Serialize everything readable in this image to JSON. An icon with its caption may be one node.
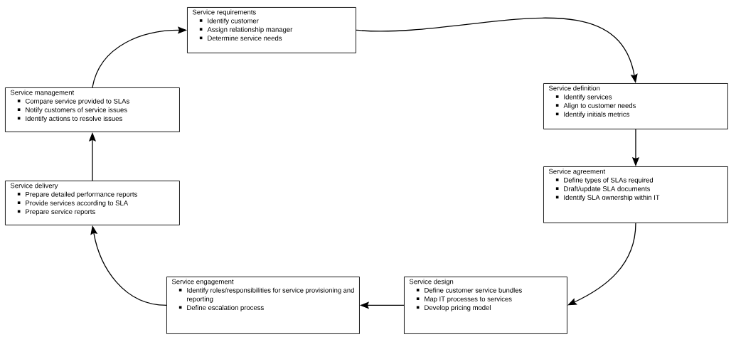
{
  "diagram": {
    "nodes": [
      {
        "text": [
          "Service requirements",
          "Identify customer",
          "Assign relationship manager",
          "Determine service needs"
        ]
      },
      {
        "text": [
          "Service definition",
          "Identify services",
          "Align to customer needs",
          "Identify initials metrics"
        ]
      },
      {
        "text": [
          "Service agreement",
          "Define types of SLAs required",
          "Draft/update SLA documents",
          "Identify SLA ownership within IT"
        ]
      },
      {
        "text": [
          "Service design",
          "Define customer service bundles",
          "Map IT processes to services",
          "Develop pricing model"
        ]
      },
      {
        "text": [
          "Service engagement",
          "Identify roles/responsibilities for service provisioning and reporting",
          "Define escalation process"
        ]
      },
      {
        "text": [
          "Service delivery",
          "Prepare detailed performance reports",
          "Provide services according to SLA",
          "Prepare service reports"
        ]
      },
      {
        "text": [
          "Service management",
          "Compare service provided to SLAs",
          "Notify customers of service issues",
          "Identify actions to resolve issues"
        ]
      }
    ],
    "edges": [
      {
        "from": 0,
        "to": 1,
        "arrow": "to"
      },
      {
        "from": 1,
        "to": 2,
        "arrow": "to"
      },
      {
        "from": 2,
        "to": 3,
        "arrow": "to"
      },
      {
        "from": 3,
        "to": 4,
        "arrow": "to"
      },
      {
        "from": 4,
        "to": 5,
        "arrow": "to"
      },
      {
        "from": 5,
        "to": 6,
        "arrow": "to"
      },
      {
        "from": 6,
        "to": 0,
        "arrow": "to"
      }
    ]
  }
}
